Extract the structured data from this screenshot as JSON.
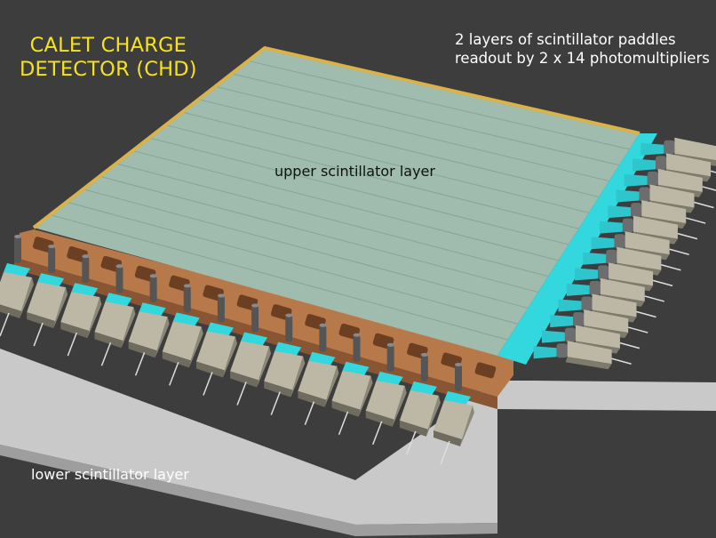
{
  "title": {
    "line1": "CALET CHARGE",
    "line2": "DETECTOR (CHD)"
  },
  "description": {
    "line1": "2 layers of scintillator paddles",
    "line2": "readout by 2 x 14 photomultipliers"
  },
  "labels": {
    "upper_layer": "upper scintillator layer",
    "lower_layer": "lower scintillator layer"
  },
  "counts": {
    "upper_paddles": 14,
    "lower_paddles": 14,
    "upper_photomultipliers": 14,
    "lower_photomultipliers": 14
  },
  "colors": {
    "background": "#3d3d3d",
    "title": "#f7e31c",
    "text": "#ffffff",
    "upper_layer": "#9fbcae",
    "base_plate": "#c9c9c9",
    "frame": "#b8794a",
    "light_guide": "#33d8de",
    "photomultiplier": "#bdb8a6",
    "frame_edge": "#d9b24a"
  }
}
